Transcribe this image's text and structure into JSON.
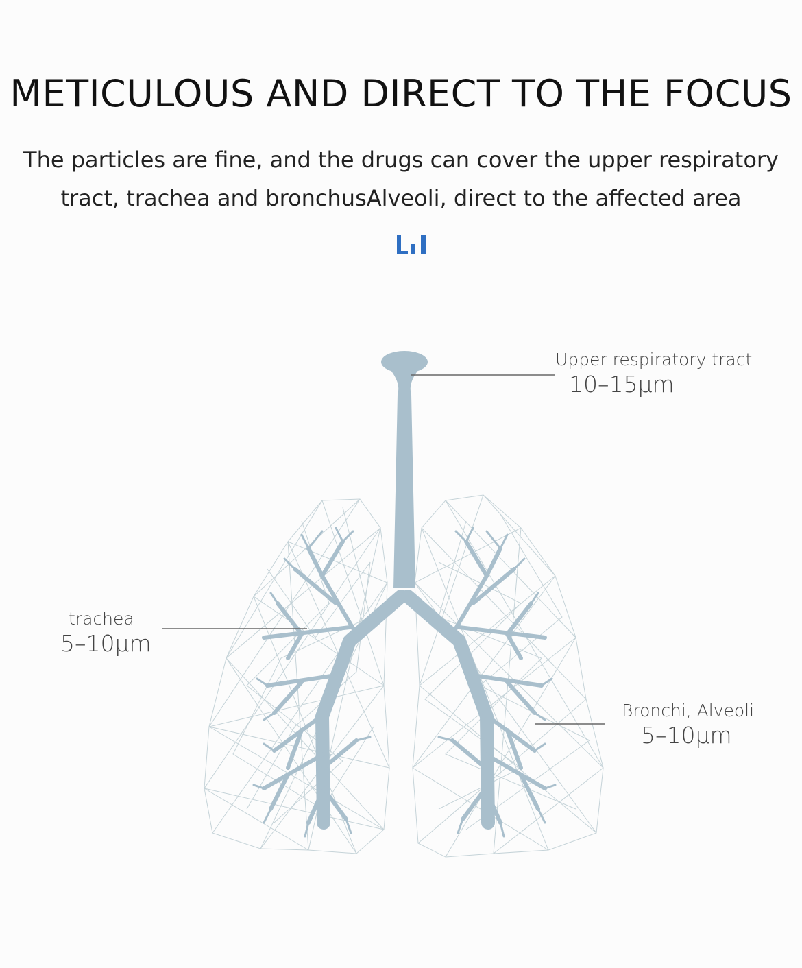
{
  "header": {
    "title": "METICULOUS AND DIRECT TO THE FOCUS",
    "subtitle_line1": "The particles are fine, and the drugs can cover the upper respiratory",
    "subtitle_line2": "tract, trachea and bronchusAlveoli, direct to the affected area"
  },
  "icons": {
    "divider": "bar-chart-icon"
  },
  "colors": {
    "accent_blue": "#2f6fc2",
    "airway": "#a9bfcc",
    "mesh": "#c5d3d8",
    "leader_line": "#666666"
  },
  "labels": {
    "upper": {
      "name": "Upper respiratory tract",
      "size": "10–15μm"
    },
    "trachea": {
      "name": "trachea",
      "size": "5–10μm"
    },
    "bronchi": {
      "name": "Bronchi, Alveoli",
      "size": "5–10μm"
    }
  }
}
